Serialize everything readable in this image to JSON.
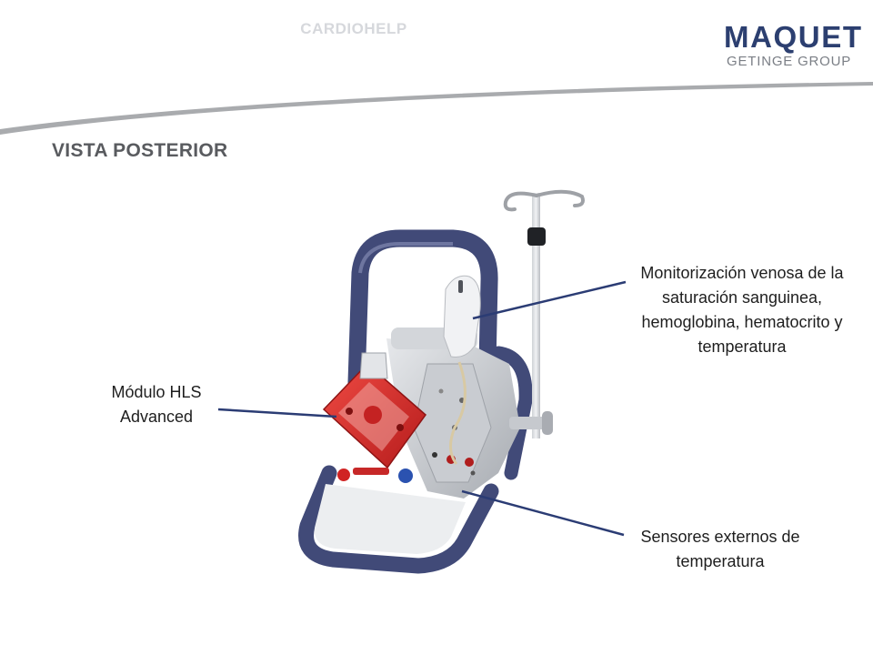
{
  "header": {
    "title": "CARDIOHELP",
    "logo": {
      "brand": "MAQUET",
      "subtitle": "GETINGE GROUP"
    }
  },
  "slide": {
    "title": "VISTA POSTERIOR",
    "callouts": {
      "hls_module": "Módulo HLS Advanced",
      "venous_monitoring": "Monitorización venosa de la saturación sanguinea, hemoglobina, hematocrito y temperatura",
      "external_sensors": "Sensores externos de temperatura"
    }
  },
  "colors": {
    "header_title": "#d6d8dc",
    "logo_brand": "#2c3f70",
    "logo_sub": "#7b7f86",
    "section_title": "#595b5f",
    "leader_line": "#2b3c74",
    "frame": "#414a78",
    "module_red": "#d62a2a"
  },
  "icons": {
    "logo": "maquet-logo",
    "device": "cardiohelp-device-illustration"
  }
}
